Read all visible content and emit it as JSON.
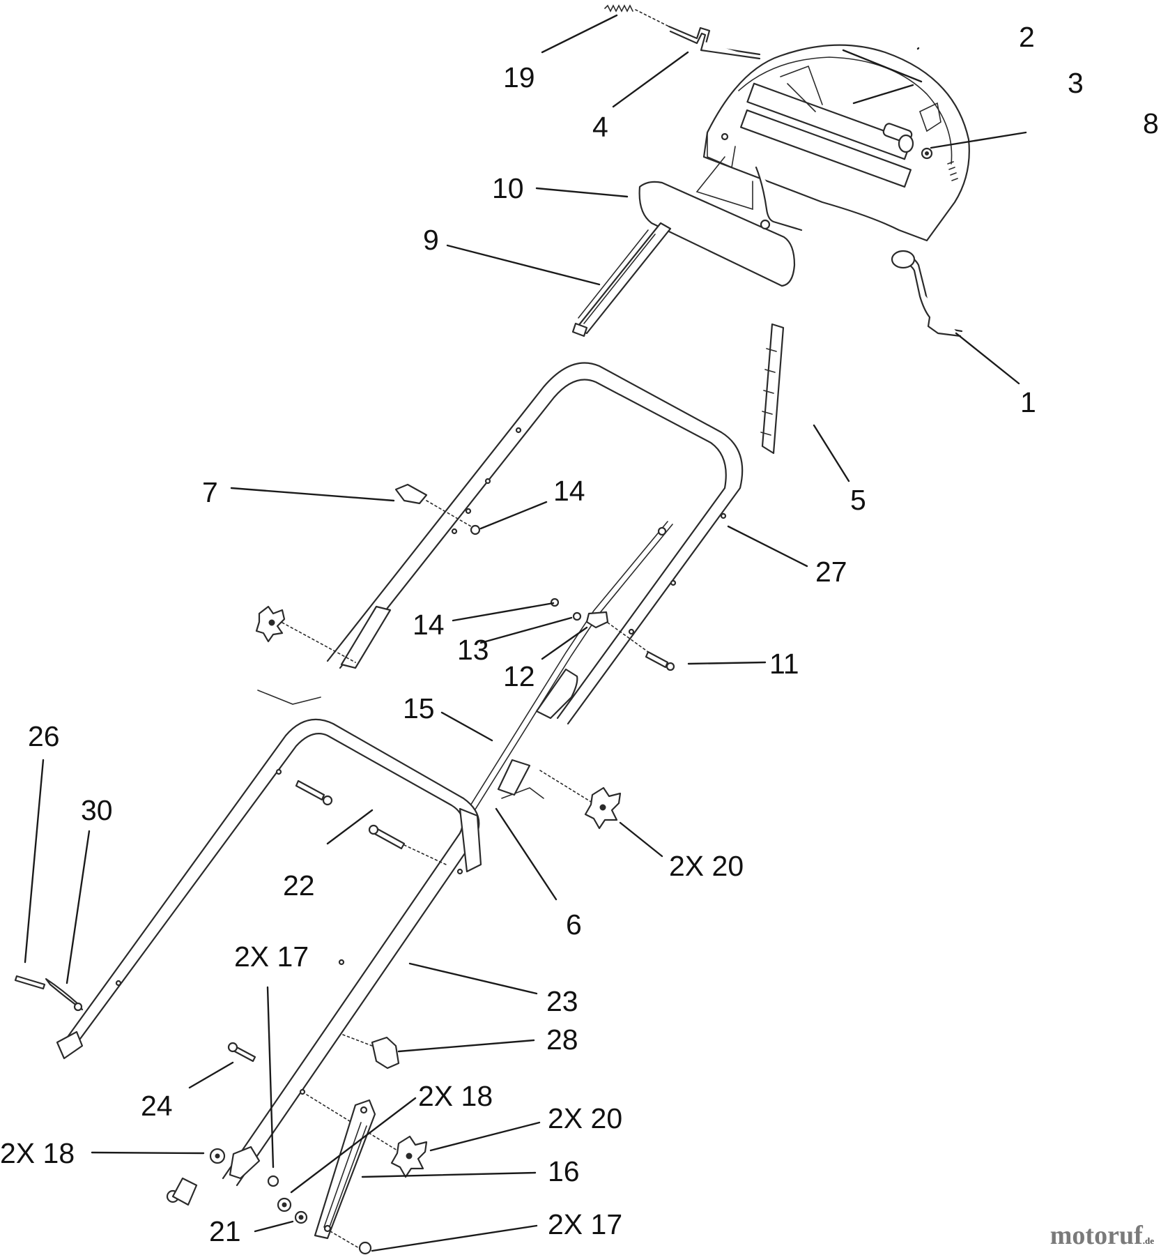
{
  "callouts": {
    "c1": "1",
    "c2": "2",
    "c3": "3",
    "c4": "4",
    "c5": "5",
    "c6": "6",
    "c7": "7",
    "c8": "8",
    "c9": "9",
    "c10": "10",
    "c11": "11",
    "c12": "12",
    "c13": "13",
    "c14a": "14",
    "c14b": "14",
    "c15": "15",
    "c16": "16",
    "c17a": "2X 17",
    "c17b": "2X 17",
    "c18a": "2X 18",
    "c18b": "2X 18",
    "c19": "19",
    "c20a": "2X 20",
    "c20b": "2X 20",
    "c21": "21",
    "c22": "22",
    "c23": "23",
    "c24": "24",
    "c26": "26",
    "c27": "27",
    "c28": "28",
    "c30": "30"
  },
  "watermark": {
    "main": "motoruf",
    "suffix": ".de"
  }
}
